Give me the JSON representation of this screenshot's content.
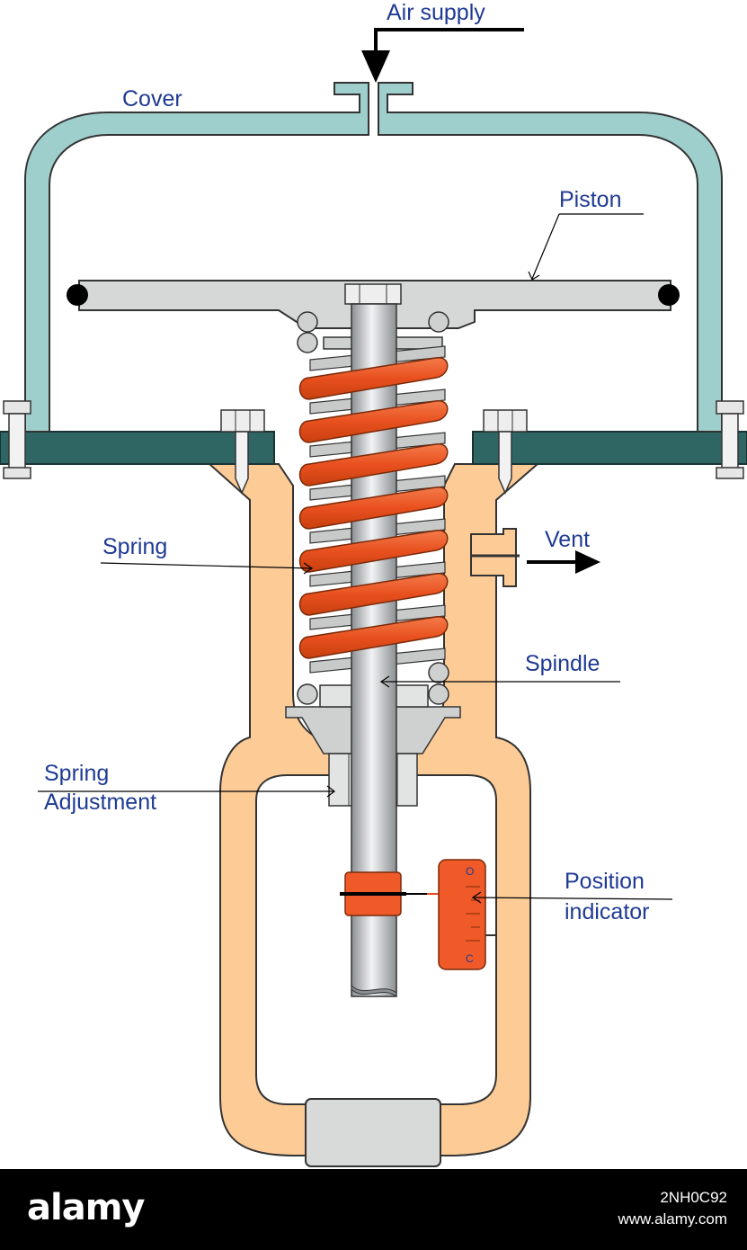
{
  "diagram": {
    "labels": {
      "air_supply": "Air supply",
      "cover": "Cover",
      "piston": "Piston",
      "spring": "Spring",
      "vent": "Vent",
      "spindle": "Spindle",
      "spring_adjustment_line1": "Spring",
      "spring_adjustment_line2": "Adjustment",
      "position_indicator_line1": "Position",
      "position_indicator_line2": "indicator"
    },
    "indicator_marks": {
      "open": "O",
      "closed": "C"
    },
    "colors": {
      "cover": "#9fcfcc",
      "flange": "#2f6664",
      "yoke": "#fdcc96",
      "spring": "#f05a28",
      "piston": "#d6d8d8",
      "label_text": "#1f3a93"
    }
  },
  "watermark": {
    "logo": "alamy",
    "image_id": "2NH0C92",
    "site": "www.alamy.com"
  }
}
